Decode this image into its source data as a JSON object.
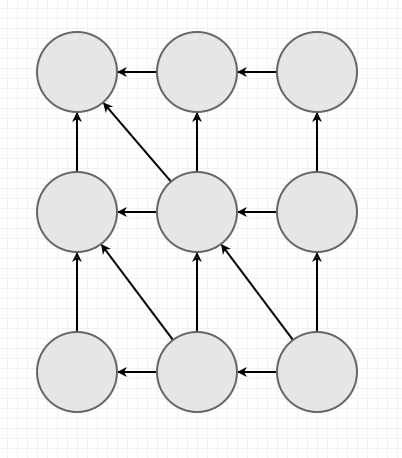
{
  "diagram": {
    "node_fill": "#e6e6e6",
    "node_stroke": "#666666",
    "edge_color": "#000000",
    "grid": true,
    "nodes": [
      {
        "id": "n-0-0",
        "row": 0,
        "col": 0
      },
      {
        "id": "n-0-1",
        "row": 0,
        "col": 1
      },
      {
        "id": "n-0-2",
        "row": 0,
        "col": 2
      },
      {
        "id": "n-1-0",
        "row": 1,
        "col": 0
      },
      {
        "id": "n-1-1",
        "row": 1,
        "col": 1
      },
      {
        "id": "n-1-2",
        "row": 1,
        "col": 2
      },
      {
        "id": "n-2-0",
        "row": 2,
        "col": 0
      },
      {
        "id": "n-2-1",
        "row": 2,
        "col": 1
      },
      {
        "id": "n-2-2",
        "row": 2,
        "col": 2
      }
    ],
    "edges": [
      {
        "from": "n-0-1",
        "to": "n-0-0"
      },
      {
        "from": "n-0-2",
        "to": "n-0-1"
      },
      {
        "from": "n-1-0",
        "to": "n-0-0"
      },
      {
        "from": "n-1-1",
        "to": "n-0-0"
      },
      {
        "from": "n-1-1",
        "to": "n-0-1"
      },
      {
        "from": "n-1-2",
        "to": "n-0-2"
      },
      {
        "from": "n-1-1",
        "to": "n-1-0"
      },
      {
        "from": "n-1-2",
        "to": "n-1-1"
      },
      {
        "from": "n-2-0",
        "to": "n-1-0"
      },
      {
        "from": "n-2-1",
        "to": "n-1-0"
      },
      {
        "from": "n-2-1",
        "to": "n-1-1"
      },
      {
        "from": "n-2-2",
        "to": "n-1-1"
      },
      {
        "from": "n-2-2",
        "to": "n-1-2"
      },
      {
        "from": "n-2-1",
        "to": "n-2-0"
      },
      {
        "from": "n-2-2",
        "to": "n-2-1"
      }
    ]
  }
}
